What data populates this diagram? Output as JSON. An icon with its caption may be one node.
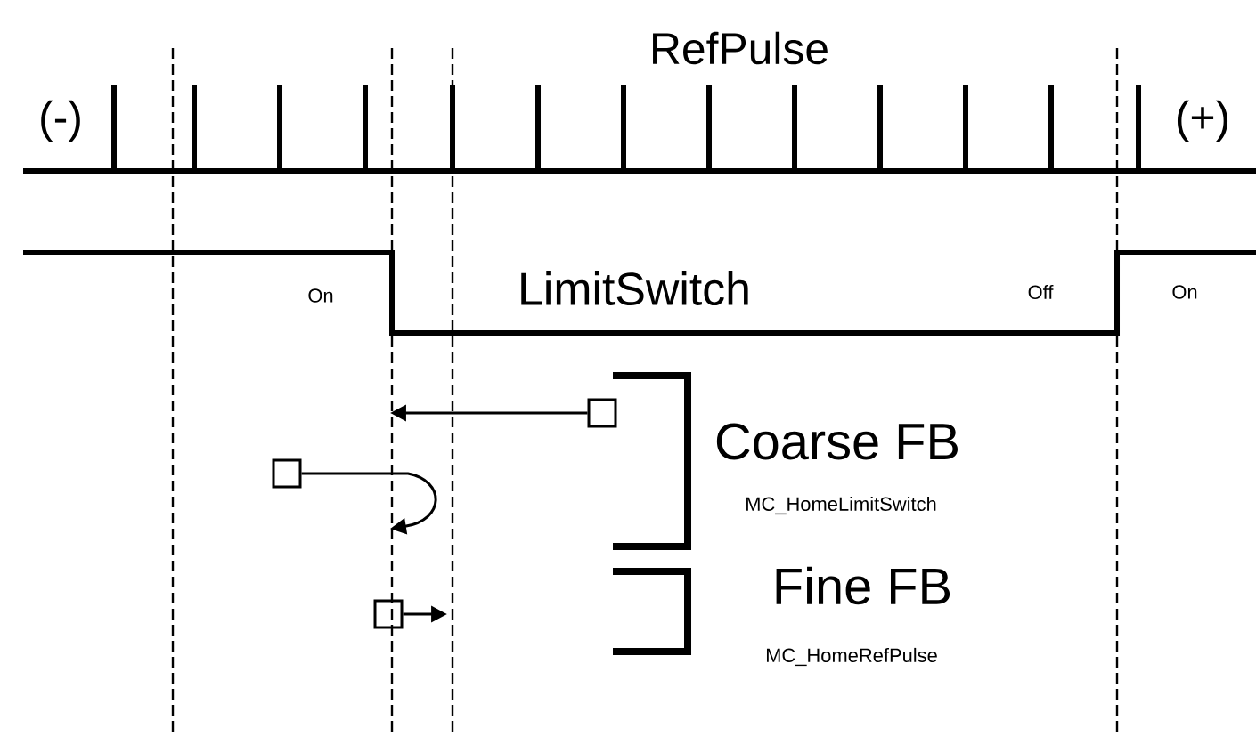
{
  "diagram": {
    "nodes": [
      {
        "text": [],
        "shape": "box"
      },
      {
        "text": [],
        "shape": "box"
      },
      {
        "text": [],
        "shape": "box"
      }
    ],
    "edges": [
      {
        "from": 0,
        "to": null,
        "arrow": "to"
      },
      {
        "from": 1,
        "to": null,
        "arrow": "to"
      },
      {
        "from": 2,
        "to": null,
        "arrow": "to"
      }
    ],
    "labels": [
      "RefPulse",
      "(-)",
      "(+)",
      "On",
      "LimitSwitch",
      "Off",
      "On",
      "Coarse FB",
      "MC_HomeLimitSwitch",
      "Fine FB",
      "MC_HomeRefPulse"
    ]
  }
}
